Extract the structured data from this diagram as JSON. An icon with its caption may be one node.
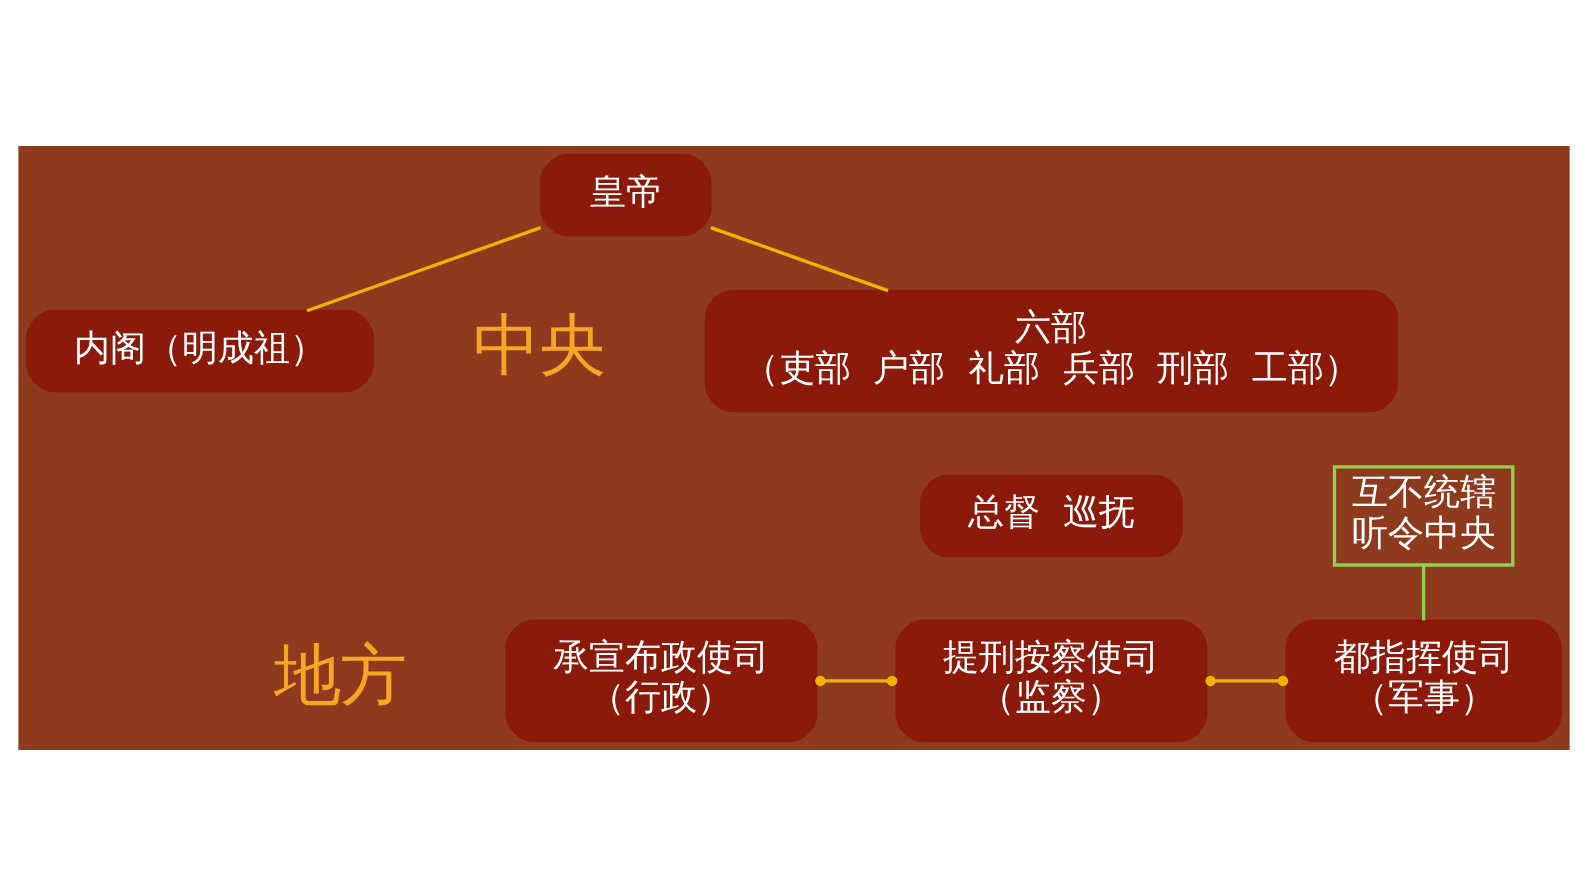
{
  "diagram": {
    "nodes": [
      {
        "text": [
          "皇帝"
        ]
      },
      {
        "text": [
          "内阁（明成祖）"
        ]
      },
      {
        "text": [
          "六部",
          "（吏部  户部  礼部  兵部  刑部  工部）"
        ]
      },
      {
        "text": [
          "总督  巡抚"
        ]
      },
      {
        "text": [
          "承宣布政使司",
          "（行政）"
        ]
      },
      {
        "text": [
          "提刑按察使司",
          "（监察）"
        ]
      },
      {
        "text": [
          "都指挥使司",
          "（军事）"
        ]
      },
      {
        "text": [
          "互不统辖",
          "听令中央"
        ]
      }
    ],
    "edges": [
      {
        "from": 0,
        "to": 2,
        "arrow": "none"
      },
      {
        "from": 0,
        "to": 1,
        "arrow": "none"
      },
      {
        "from": 4,
        "to": 5,
        "arrow": "other"
      },
      {
        "from": 5,
        "to": 6,
        "arrow": "other"
      },
      {
        "from": 7,
        "to": 6,
        "arrow": "none",
        "color": "#8fd14f"
      }
    ],
    "labels": [
      "中央",
      "地方"
    ]
  }
}
